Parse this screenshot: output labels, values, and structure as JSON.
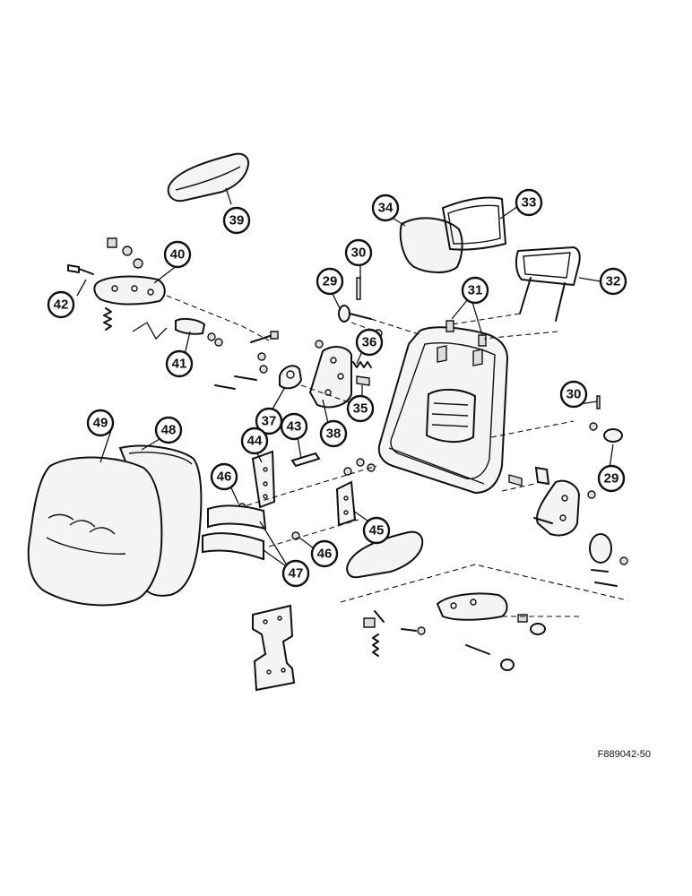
{
  "diagram": {
    "figure_id": "F889042-50",
    "callouts": [
      {
        "id": "c29a",
        "label": "29"
      },
      {
        "id": "c29b",
        "label": "29"
      },
      {
        "id": "c30a",
        "label": "30"
      },
      {
        "id": "c30b",
        "label": "30"
      },
      {
        "id": "c31",
        "label": "31"
      },
      {
        "id": "c32",
        "label": "32"
      },
      {
        "id": "c33",
        "label": "33"
      },
      {
        "id": "c34",
        "label": "34"
      },
      {
        "id": "c35",
        "label": "35"
      },
      {
        "id": "c36",
        "label": "36"
      },
      {
        "id": "c37",
        "label": "37"
      },
      {
        "id": "c38",
        "label": "38"
      },
      {
        "id": "c39",
        "label": "39"
      },
      {
        "id": "c40",
        "label": "40"
      },
      {
        "id": "c41",
        "label": "41"
      },
      {
        "id": "c42",
        "label": "42"
      },
      {
        "id": "c43",
        "label": "43"
      },
      {
        "id": "c44",
        "label": "44"
      },
      {
        "id": "c45",
        "label": "45"
      },
      {
        "id": "c46a",
        "label": "46"
      },
      {
        "id": "c46b",
        "label": "46"
      },
      {
        "id": "c47",
        "label": "47"
      },
      {
        "id": "c48",
        "label": "48"
      },
      {
        "id": "c49",
        "label": "49"
      }
    ]
  }
}
